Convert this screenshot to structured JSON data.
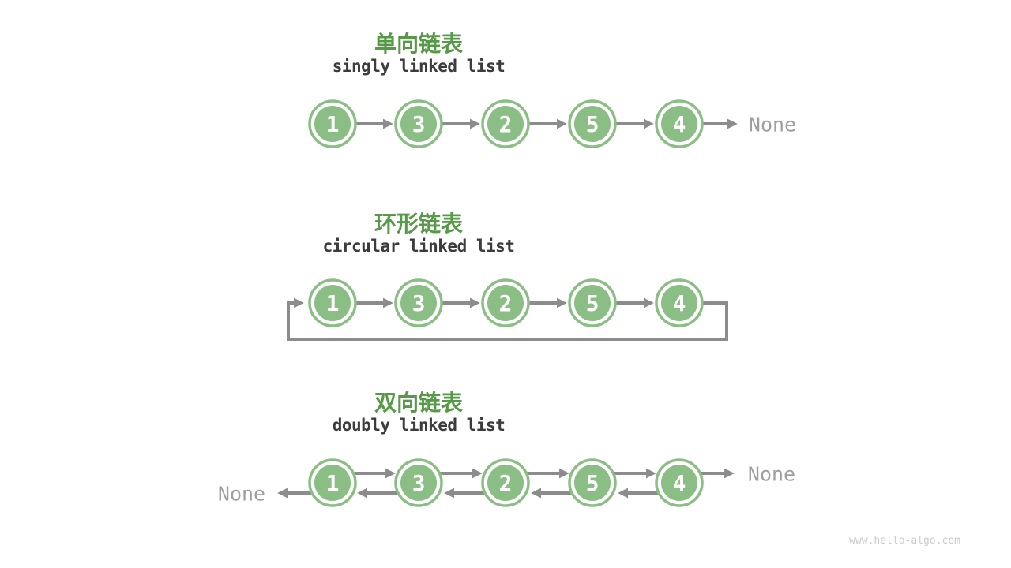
{
  "page": {
    "watermark": "www.hello-algo.com"
  },
  "colors": {
    "background": "#ffffff",
    "node_green": "#8bbe85",
    "title_green": "#569a48",
    "subtitle_dark": "#3c3c3c",
    "arrow_gray": "#8c8c8c",
    "none_gray": "#9e9e9e",
    "watermark_gray": "#cbcbcb"
  },
  "sections": [
    {
      "id": "singly",
      "title": "单向链表",
      "subtitle": "singly linked list",
      "nodes": [
        "1",
        "3",
        "2",
        "5",
        "4"
      ],
      "tail_label": "None"
    },
    {
      "id": "circular",
      "title": "环形链表",
      "subtitle": "circular linked list",
      "nodes": [
        "1",
        "3",
        "2",
        "5",
        "4"
      ]
    },
    {
      "id": "doubly",
      "title": "双向链表",
      "subtitle": "doubly linked list",
      "nodes": [
        "1",
        "3",
        "2",
        "5",
        "4"
      ],
      "head_label": "None",
      "tail_label": "None"
    }
  ]
}
